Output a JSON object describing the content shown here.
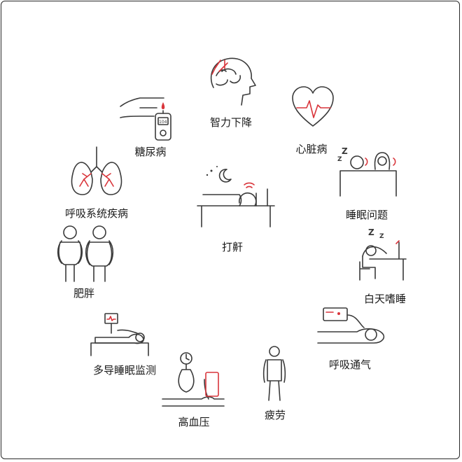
{
  "center": {
    "label": "打鼾"
  },
  "nodes": [
    {
      "id": "cognitive",
      "label": "智力下降",
      "icon": "brain-icon"
    },
    {
      "id": "heart",
      "label": "心脏病",
      "icon": "heart-icon"
    },
    {
      "id": "sleep",
      "label": "睡眠问题",
      "icon": "couple-in-bed-icon"
    },
    {
      "id": "daytime",
      "label": "白天嗜睡",
      "icon": "sleeping-at-desk-icon"
    },
    {
      "id": "breathing",
      "label": "呼吸通气",
      "icon": "cpap-machine-icon"
    },
    {
      "id": "fatigue",
      "label": "疲劳",
      "icon": "tired-person-icon"
    },
    {
      "id": "bp",
      "label": "高血压",
      "icon": "blood-pressure-cuff-icon"
    },
    {
      "id": "psg",
      "label": "多导睡眠监测",
      "icon": "sleep-monitor-icon"
    },
    {
      "id": "obesity",
      "label": "肥胖",
      "icon": "obese-people-icon"
    },
    {
      "id": "respiratory",
      "label": "呼吸系统疾病",
      "icon": "lungs-icon"
    },
    {
      "id": "diabetes",
      "label": "糖尿病",
      "icon": "glucose-meter-icon"
    }
  ],
  "glucose_reading": "104",
  "colors": {
    "accent": "#d9353b",
    "line": "#3a3a3a"
  }
}
